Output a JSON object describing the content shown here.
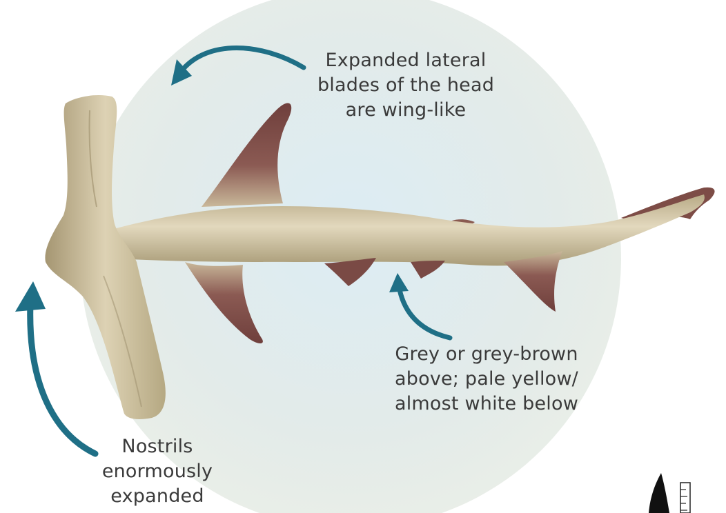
{
  "annotations": {
    "blades": {
      "lines": [
        "Expanded lateral",
        "blades of the head",
        "are wing-like"
      ]
    },
    "coloration": {
      "lines": [
        "Grey or grey-brown",
        "above; pale yellow/",
        "almost white below"
      ]
    },
    "nostrils": {
      "lines": [
        "Nostrils",
        "enormously",
        "expanded"
      ]
    }
  },
  "colors": {
    "arrow": "#1f6f86",
    "backdrop": "#dce9ee",
    "body": "#cfc2a0",
    "fin": "#7a4a45",
    "text": "#3a3a3a"
  },
  "icons": {
    "specimen": "bonnethead-shark-specimen",
    "scale": "shark-size-scale-icon"
  }
}
